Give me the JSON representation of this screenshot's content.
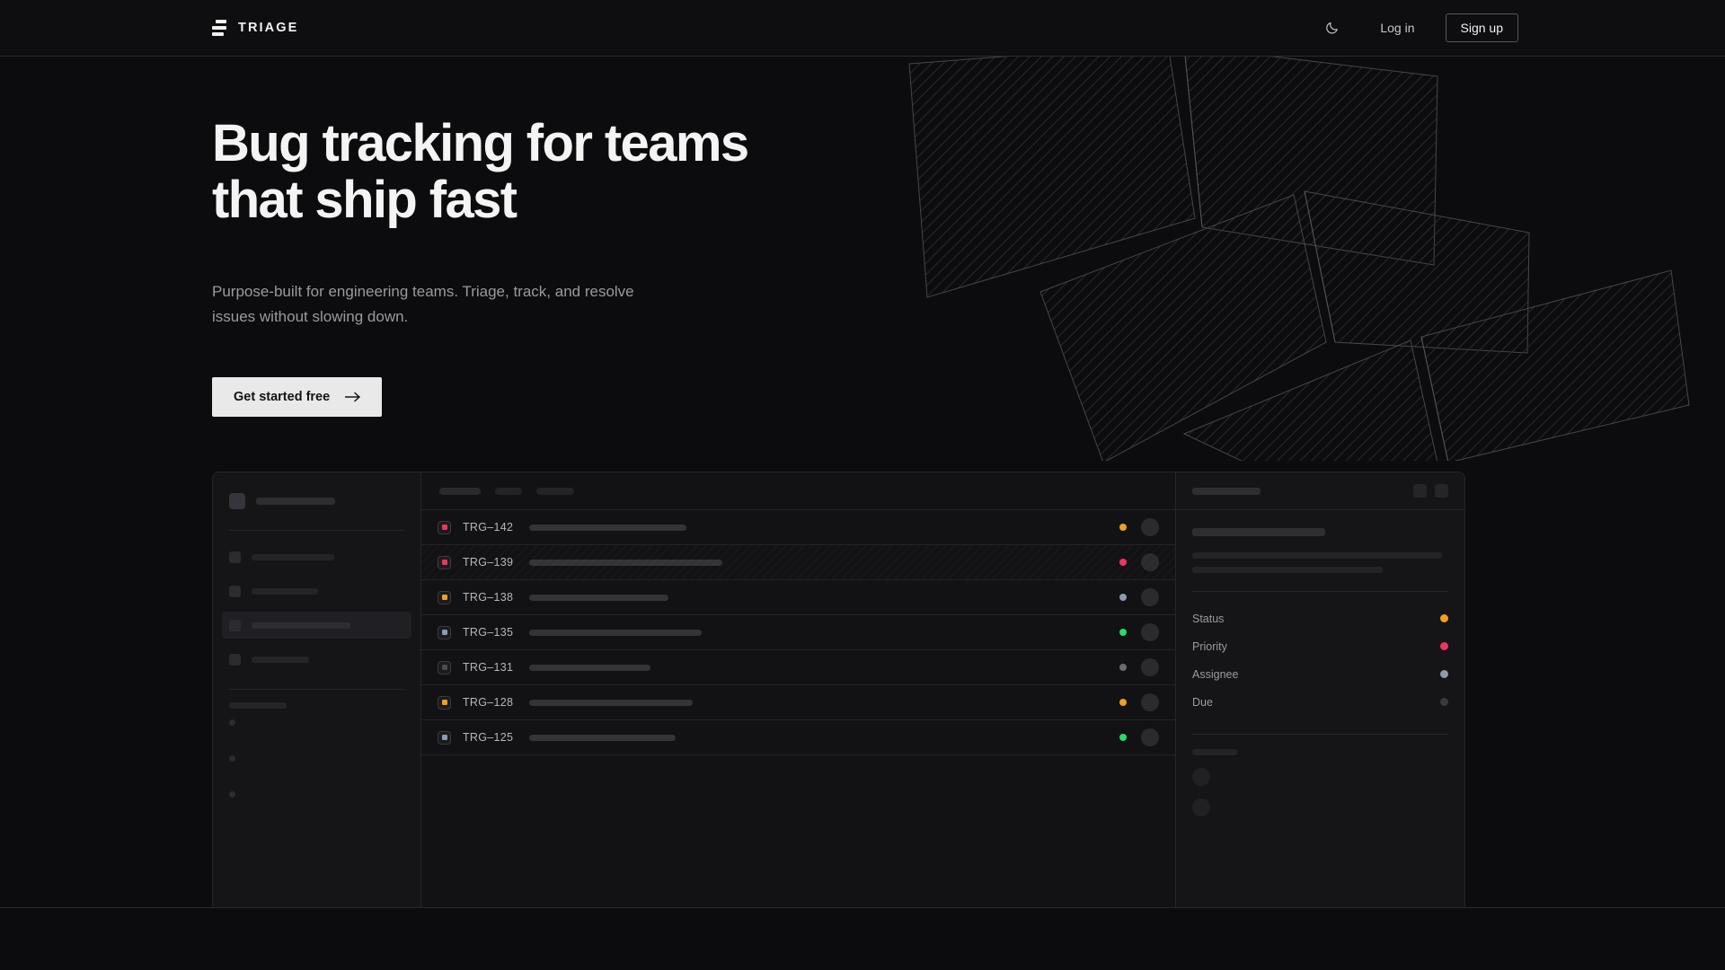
{
  "brand": {
    "name": "TRIAGE",
    "logo_icon": "triage-bars-icon"
  },
  "header": {
    "theme_toggle_icon": "moon-icon",
    "login_label": "Log in",
    "signup_label": "Sign up"
  },
  "hero": {
    "heading": "Bug tracking for teams that ship fast",
    "subheading": "Purpose-built for engineering teams. Triage, track, and resolve issues without slowing down.",
    "cta_label": "Get started free",
    "cta_icon": "arrow-right-icon"
  },
  "colors": {
    "background": "#0c0c0e",
    "panel": "#151517",
    "main": "#121214",
    "border": "#262629",
    "text_primary": "#f4f4f4",
    "text_muted": "#9a9a9e",
    "accent_orange": "#f0a020",
    "accent_pink": "#f0335f",
    "accent_green": "#24dd6a",
    "accent_slate": "#8e9aad",
    "accent_grey": "#3a3a3e",
    "cta_bg": "#e9e9e9"
  },
  "mockup": {
    "sidebar": {
      "nav_item_count": 4,
      "active_nav_index": 2,
      "mini_item_count": 3
    },
    "toolbar": {
      "pill_widths": [
        56,
        38,
        50
      ]
    },
    "issues": [
      {
        "id": "TRG–142",
        "badge_color": "#f0335f",
        "title_width": 175,
        "status_color": "#f0a020",
        "selected": false
      },
      {
        "id": "TRG–139",
        "badge_color": "#f0335f",
        "title_width": 215,
        "status_color": "#f0335f",
        "selected": true
      },
      {
        "id": "TRG–138",
        "badge_color": "#f0a020",
        "title_width": 155,
        "status_color": "#8e9aad",
        "selected": false
      },
      {
        "id": "TRG–135",
        "badge_color": "#8e9aad",
        "title_width": 192,
        "status_color": "#24dd6a",
        "selected": false
      },
      {
        "id": "TRG–131",
        "badge_color": "#4a4a50",
        "title_width": 135,
        "status_color": "#6b6b74",
        "selected": false
      },
      {
        "id": "TRG–128",
        "badge_color": "#f0a020",
        "title_width": 182,
        "status_color": "#f0a020",
        "selected": false
      },
      {
        "id": "TRG–125",
        "badge_color": "#8e9aad",
        "title_width": 163,
        "status_color": "#24dd6a",
        "selected": false
      }
    ],
    "detail": {
      "header_button_count": 2,
      "fields": [
        {
          "label": "Status",
          "dot_color": "#f0a020"
        },
        {
          "label": "Priority",
          "dot_color": "#f0335f"
        },
        {
          "label": "Assignee",
          "dot_color": "#8e9aad"
        },
        {
          "label": "Due",
          "dot_color": "#3a3a3e"
        }
      ],
      "comment_avatar_count": 2
    }
  },
  "decor": {
    "shape_count": 2,
    "description": "hatched-parallelogram-panels"
  }
}
